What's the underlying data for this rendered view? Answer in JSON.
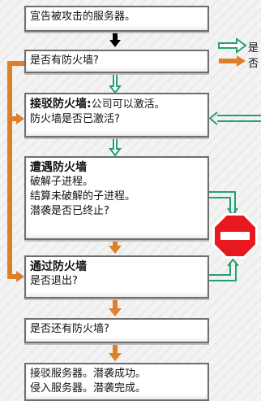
{
  "colors": {
    "yes": "#27a06f",
    "no": "#e07f2a",
    "black": "#000000",
    "stop_red": "#e8191e"
  },
  "legend": {
    "yes_label": "是",
    "no_label": "否"
  },
  "boxes": {
    "b1": {
      "line1": "宣告被攻击的服务器。"
    },
    "b2": {
      "line1": "是否有防火墙?"
    },
    "b3": {
      "heading": "接驳防火墙:",
      "heading_tail": "公司可以激活。",
      "line2": "防火墙是否已激活?"
    },
    "b4": {
      "heading": "遭遇防火墙",
      "line1": "破解子进程。",
      "line2": "结算未破解的子进程。",
      "line3": "潜袭是否已终止?"
    },
    "b5": {
      "heading": "通过防火墙",
      "line1": "是否退出?"
    },
    "b6": {
      "line1": "是否还有防火墙?"
    },
    "b7": {
      "line1": "接驳服务器。潜袭成功。",
      "line2": "侵入服务器。潜袭完成。"
    }
  },
  "icons": {
    "stop": "stop-sign-icon"
  }
}
